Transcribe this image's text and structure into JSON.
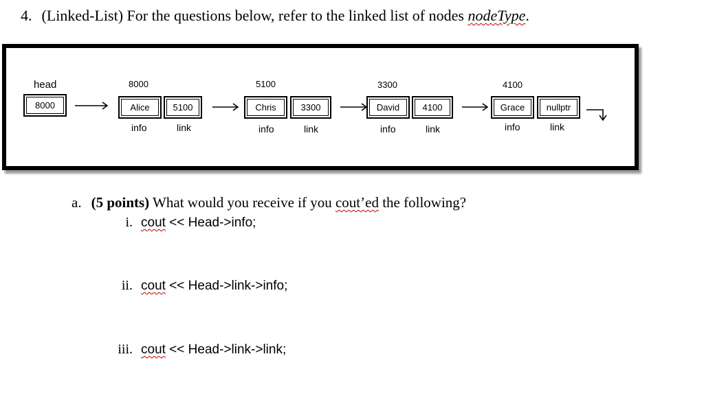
{
  "question": {
    "number": "4.",
    "text_before": "(Linked-List) For the questions below, refer to the linked list of nodes ",
    "type_name": "nodeType",
    "text_after": "."
  },
  "diagram": {
    "head": {
      "label": "head",
      "value": "8000"
    },
    "nodes": [
      {
        "address": "8000",
        "info": "Alice",
        "link": "5100"
      },
      {
        "address": "5100",
        "info": "Chris",
        "link": "3300"
      },
      {
        "address": "3300",
        "info": "David",
        "link": "4100"
      },
      {
        "address": "4100",
        "info": "Grace",
        "link": "nullptr"
      }
    ],
    "field_labels": {
      "info": "info",
      "link": "link"
    }
  },
  "part_a": {
    "letter": "a.",
    "points": "(5 points)",
    "prompt": " What would you receive if you ",
    "coutd": "cout’ed",
    "prompt_end": " the following?",
    "items": [
      {
        "roman": "i.",
        "cout": "cout",
        "expr": " << Head->info;"
      },
      {
        "roman": "ii.",
        "cout": "cout",
        "expr": " << Head->link->info;"
      },
      {
        "roman": "iii.",
        "cout": "cout",
        "expr": " << Head->link->link;"
      }
    ]
  }
}
